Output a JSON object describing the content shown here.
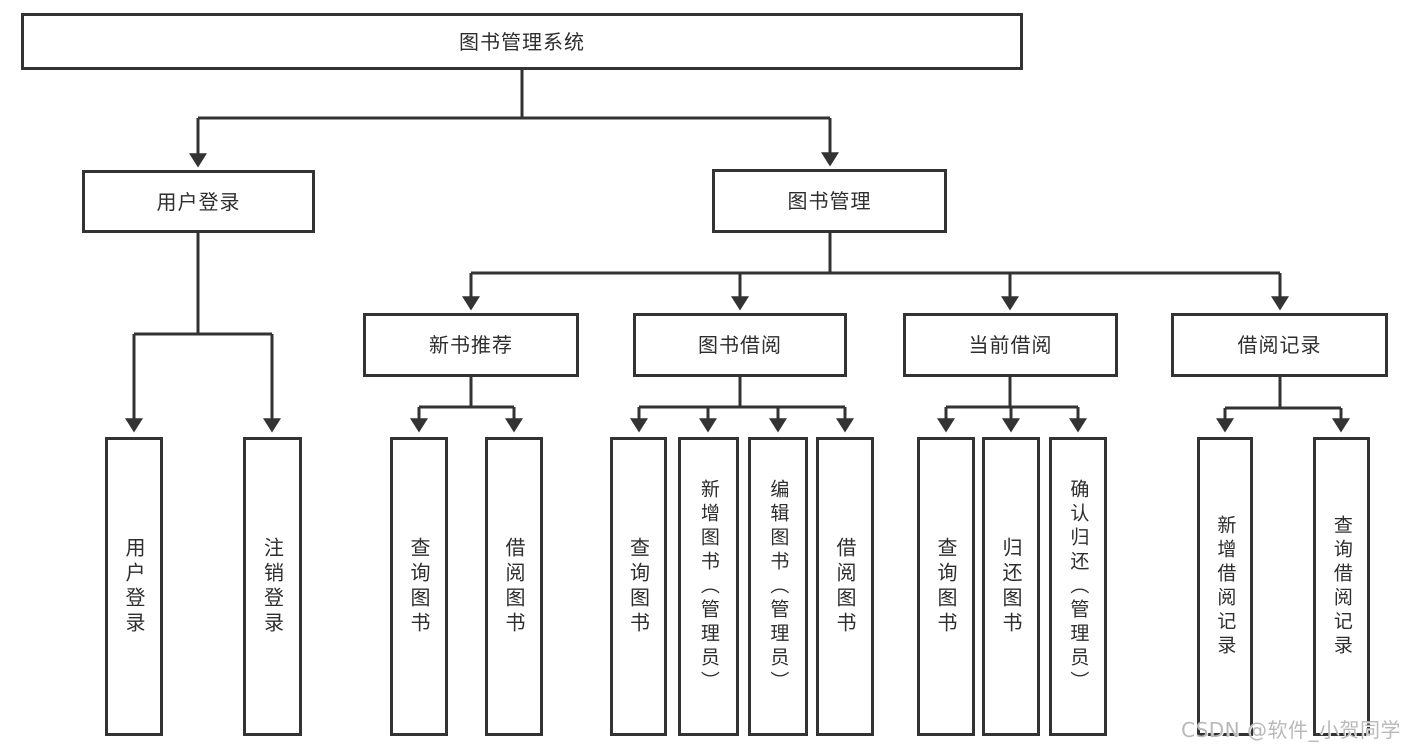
{
  "page": {
    "background": "#ffffff"
  },
  "style": {
    "line_color": "#333333",
    "box_border_color": "#333333",
    "text_color": "#2e2e2e",
    "watermark_color": "#b9b9b9"
  },
  "diagram": {
    "type": "tree",
    "root": {
      "label": "图书管理系统"
    },
    "level2": [
      {
        "label": "用户登录"
      },
      {
        "label": "图书管理"
      }
    ],
    "level3": [
      {
        "label": "新书推荐",
        "parent": "图书管理"
      },
      {
        "label": "图书借阅",
        "parent": "图书管理"
      },
      {
        "label": "当前借阅",
        "parent": "图书管理"
      },
      {
        "label": "借阅记录",
        "parent": "图书管理"
      }
    ],
    "leaves": [
      {
        "label": "用户登录",
        "parent": "用户登录"
      },
      {
        "label": "注销登录",
        "parent": "用户登录"
      },
      {
        "label": "查询图书",
        "parent": "新书推荐"
      },
      {
        "label": "借阅图书",
        "parent": "新书推荐"
      },
      {
        "label": "查询图书",
        "parent": "图书借阅"
      },
      {
        "label": "新增图书（管理员）",
        "parent": "图书借阅"
      },
      {
        "label": "编辑图书（管理员）",
        "parent": "图书借阅"
      },
      {
        "label": "借阅图书",
        "parent": "图书借阅"
      },
      {
        "label": "查询图书",
        "parent": "当前借阅"
      },
      {
        "label": "归还图书",
        "parent": "当前借阅"
      },
      {
        "label": "确认归还（管理员）",
        "parent": "当前借阅"
      },
      {
        "label": "新增借阅记录",
        "parent": "借阅记录"
      },
      {
        "label": "查询借阅记录",
        "parent": "借阅记录"
      }
    ]
  },
  "watermark": {
    "text": "CSDN @软件_小贺同学"
  }
}
